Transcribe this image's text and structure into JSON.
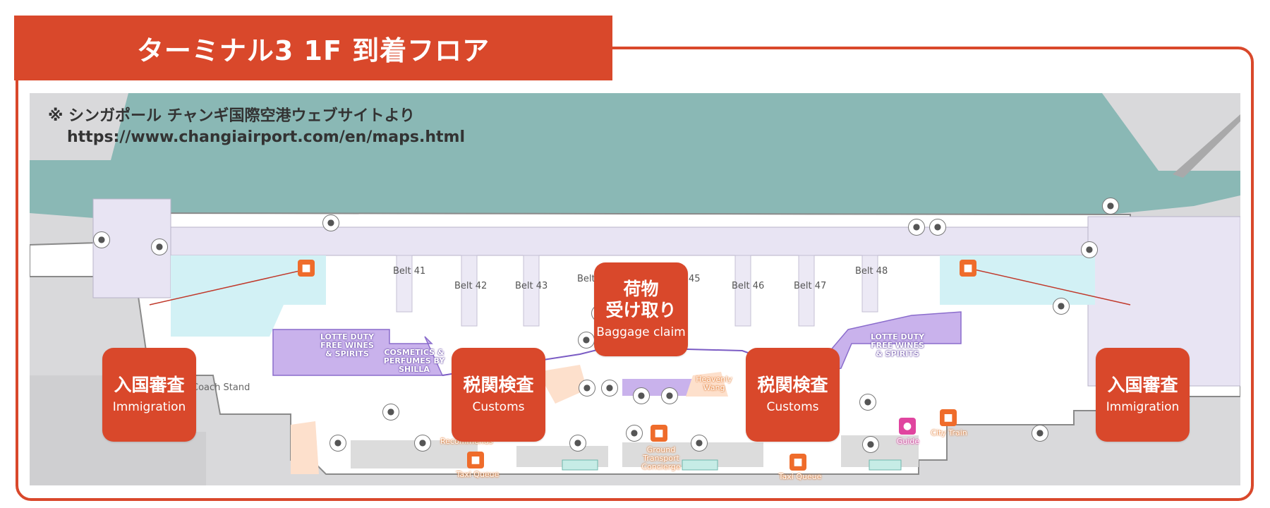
{
  "title": "ターミナル3 1F 到着フロア",
  "credit": {
    "line1": "※ シンガポール チャンギ国際空港ウェブサイトより",
    "url": "https://www.changiairport.com/en/maps.html"
  },
  "labels": {
    "immigration_left": {
      "jp": "入国審査",
      "en": "Immigration"
    },
    "customs_left": {
      "jp": "税関検査",
      "en": "Customs"
    },
    "baggage": {
      "jp1": "荷物",
      "jp2": "受け取り",
      "en": "Baggage claim"
    },
    "customs_right": {
      "jp": "税関検査",
      "en": "Customs"
    },
    "immigration_right": {
      "jp": "入国審査",
      "en": "Immigration"
    }
  },
  "belts": [
    "Belt 41",
    "Belt 42",
    "Belt 43",
    "Belt",
    "45",
    "Belt 46",
    "Belt 47",
    "Belt 48"
  ],
  "shops": {
    "lotte_left": "LOTTE DUTY FREE WINES & SPIRITS",
    "cosmetics": "COSMETICS & PERFUMES BY SHILLA",
    "lotte_right": "LOTTE DUTY FREE WINES & SPIRITS"
  },
  "pois": {
    "coach_stand": "Coach Stand",
    "heavenly_wang": "Heavenly Wang",
    "recommends": "Recommends",
    "taxi_left": "Taxi Queue",
    "taxi_right": "Taxi Queue",
    "ground_transport": "Ground Transport Concierge",
    "guide": "Guide",
    "city_train": "City Train"
  },
  "colors": {
    "accent": "#d9482b",
    "teal": "#8ab8b5",
    "lavender": "#e8e4f3",
    "purple": "#b89ae0",
    "cyan": "#d2f1f5"
  }
}
